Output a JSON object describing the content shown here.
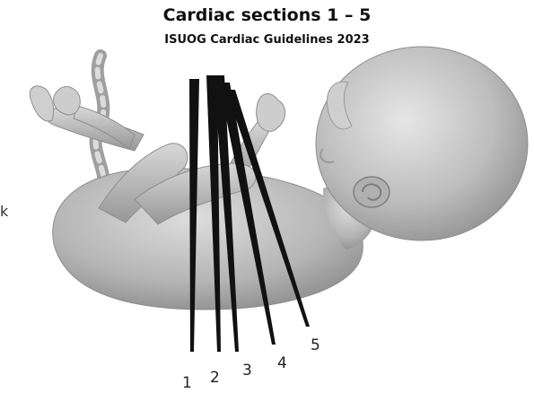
{
  "header": {
    "title": "Cardiac sections 1 – 5",
    "subtitle": "ISUOG Cardiac Guidelines 2023"
  },
  "margin_glyph": "k",
  "planes": {
    "labels": [
      "1",
      "2",
      "3",
      "4",
      "5"
    ],
    "color": "#111111"
  },
  "fetus": {
    "skin_color": "#bdbdbd",
    "shadow_color": "#8a8a8a"
  }
}
